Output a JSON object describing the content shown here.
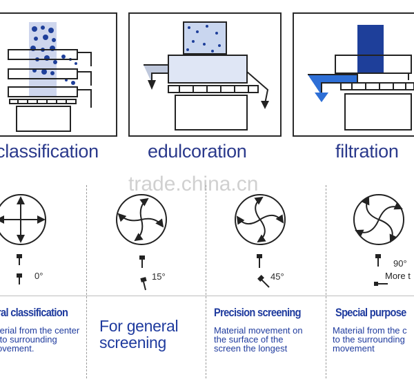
{
  "processes": [
    {
      "label": "classification"
    },
    {
      "label": "edulcoration"
    },
    {
      "label": "filtration"
    }
  ],
  "watermark": "trade.china.cn",
  "motions": [
    {
      "angle": "0°",
      "title": "ral classification",
      "description": "terial from the center\n to surrounding\novement."
    },
    {
      "angle": "15°",
      "title": "For general\nscreening",
      "description": ""
    },
    {
      "angle": "45°",
      "title": "Precision screening",
      "description": "Material movement on\nthe surface of the\nscreen the longest"
    },
    {
      "angle": "90°",
      "title": "Special purpose",
      "description": "Material from the c\nto the surrounding\nmovement",
      "extra": "More t"
    }
  ],
  "colors": {
    "accent": "#1f3b9e",
    "label": "#2b3a8c",
    "arrow_blue": "#2e6fd6"
  }
}
